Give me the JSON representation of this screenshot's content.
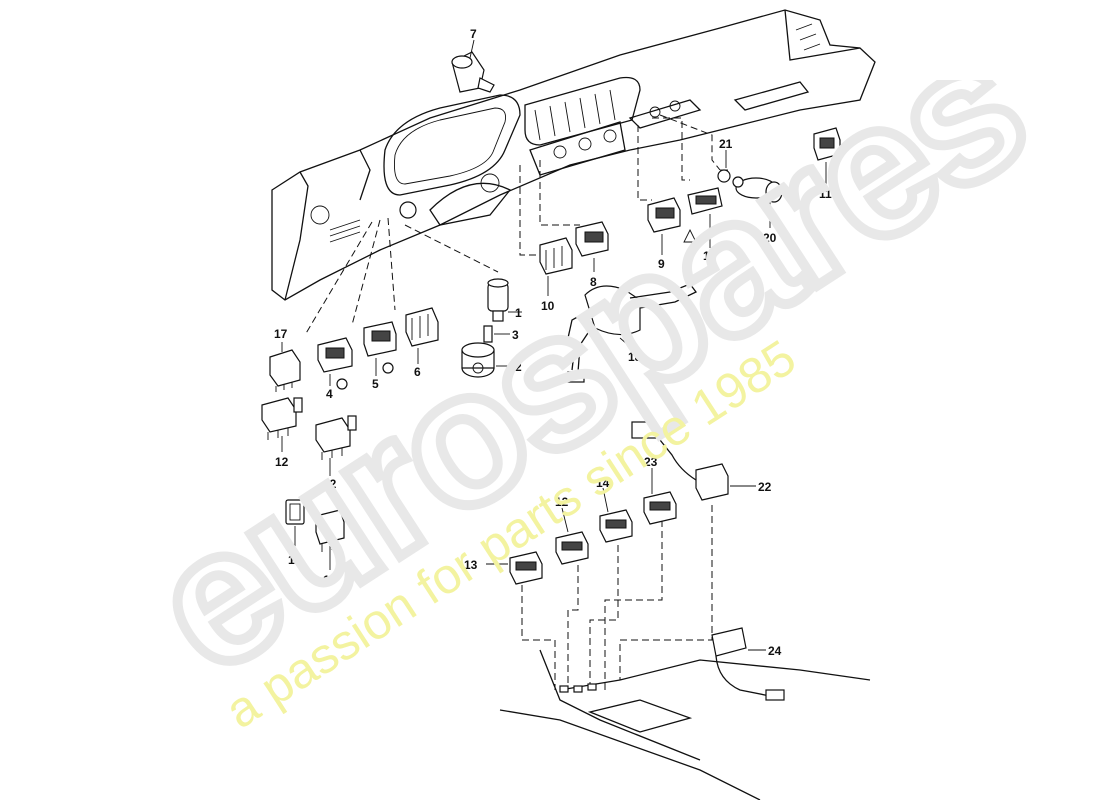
{
  "watermark": {
    "brand": "eurospares",
    "tagline": "a passion for parts since 1985",
    "brand_color": "#e8e8e8",
    "tagline_color": "#f3f3a0"
  },
  "callouts": [
    "1",
    "2",
    "3",
    "4",
    "5",
    "6",
    "7",
    "8",
    "9",
    "10",
    "11",
    "12",
    "12",
    "12",
    "13",
    "14",
    "15",
    "16",
    "17",
    "18",
    "19",
    "20",
    "21",
    "22",
    "23",
    "24"
  ]
}
